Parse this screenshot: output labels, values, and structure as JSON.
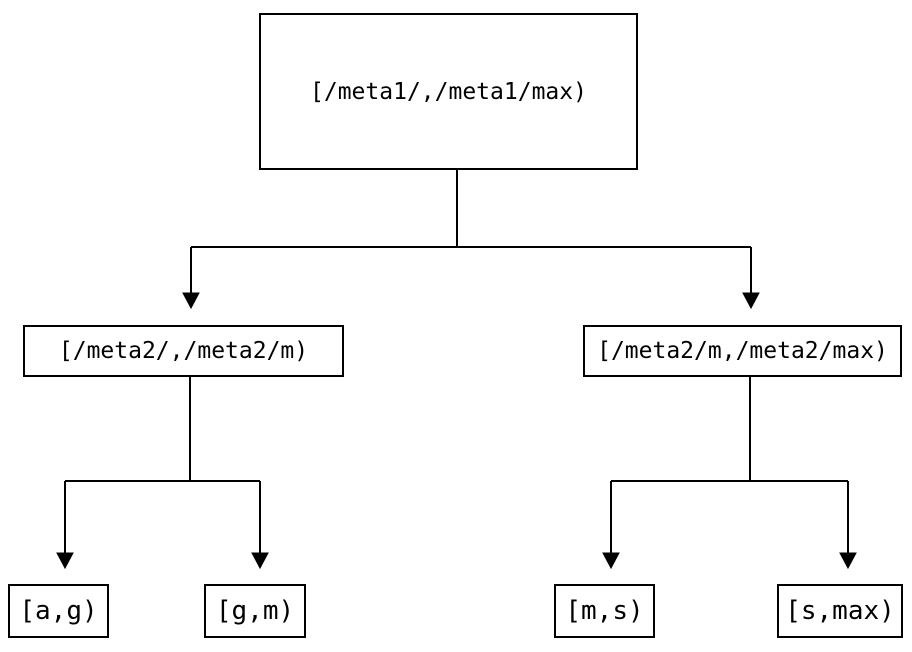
{
  "diagram": {
    "colors": {
      "background": "#ffffff",
      "line": "#000000",
      "text": "#000000",
      "node_fill": "#ffffff"
    },
    "nodes": {
      "root": {
        "label": "[/meta1/,/meta1/max)"
      },
      "meta2_left": {
        "label": "[/meta2/,/meta2/m)"
      },
      "meta2_right": {
        "label": "[/meta2/m,/meta2/max)"
      },
      "leaf_ag": {
        "label": "[a,g)"
      },
      "leaf_gm": {
        "label": "[g,m)"
      },
      "leaf_ms": {
        "label": "[m,s)"
      },
      "leaf_smax": {
        "label": "[s,max)"
      }
    }
  }
}
